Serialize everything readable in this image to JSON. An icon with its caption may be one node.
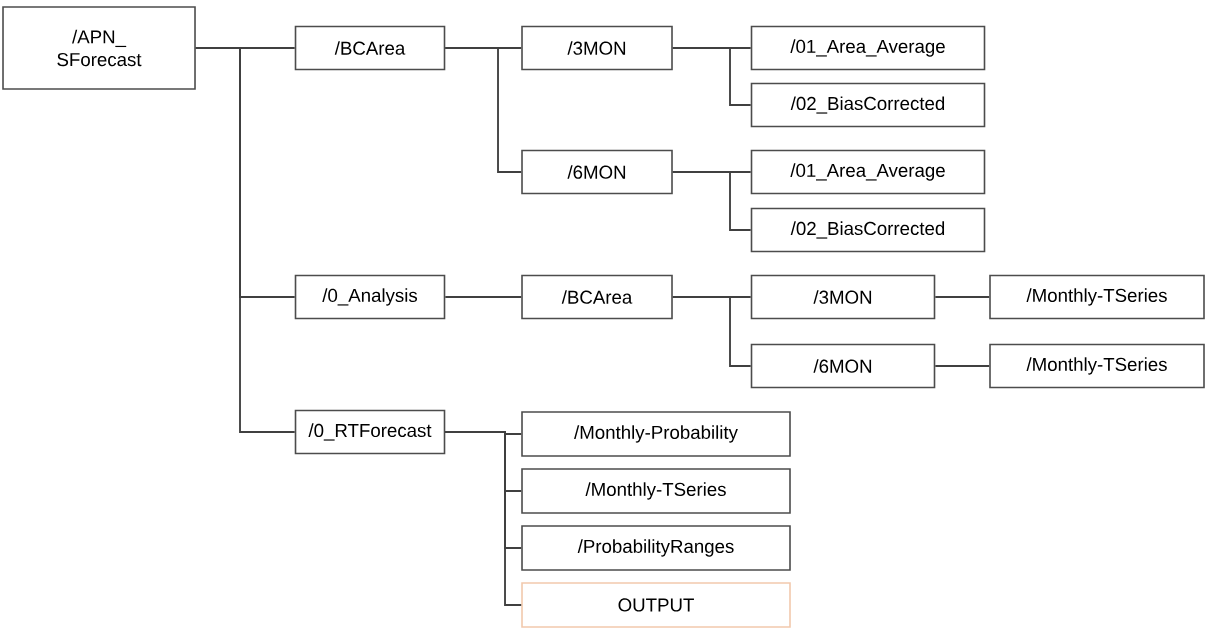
{
  "diagram": {
    "nodes": [
      {
        "text": [
          "/APN_ SForecast"
        ]
      },
      {
        "text": [
          "/BCArea"
        ]
      },
      {
        "text": [
          "/3MON"
        ]
      },
      {
        "text": [
          "/01_Area_Average"
        ]
      },
      {
        "text": [
          "/02_BiasCorrected"
        ]
      },
      {
        "text": [
          "/6MON"
        ]
      },
      {
        "text": [
          "/01_Area_Average"
        ]
      },
      {
        "text": [
          "/02_BiasCorrected"
        ]
      },
      {
        "text": [
          "/0_Analysis"
        ]
      },
      {
        "text": [
          "/BCArea"
        ]
      },
      {
        "text": [
          "/3MON"
        ]
      },
      {
        "text": [
          "/Monthly-TSeries"
        ]
      },
      {
        "text": [
          "/6MON"
        ]
      },
      {
        "text": [
          "/Monthly-TSeries"
        ]
      },
      {
        "text": [
          "/0_RTForecast"
        ]
      },
      {
        "text": [
          "/Monthly-Probability"
        ]
      },
      {
        "text": [
          "/Monthly-TSeries"
        ]
      },
      {
        "text": [
          "/ProbabilityRanges"
        ]
      },
      {
        "text": [
          "OUTPUT"
        ]
      }
    ],
    "edges": [
      {
        "from": 0,
        "to": 1,
        "arrow": "none"
      },
      {
        "from": 0,
        "to": 8,
        "arrow": "none"
      },
      {
        "from": 0,
        "to": 14,
        "arrow": "none"
      },
      {
        "from": 1,
        "to": 2,
        "arrow": "none"
      },
      {
        "from": 1,
        "to": 5,
        "arrow": "none"
      },
      {
        "from": 2,
        "to": 3,
        "arrow": "none"
      },
      {
        "from": 2,
        "to": 4,
        "arrow": "none"
      },
      {
        "from": 5,
        "to": 6,
        "arrow": "none"
      },
      {
        "from": 5,
        "to": 7,
        "arrow": "none"
      },
      {
        "from": 8,
        "to": 9,
        "arrow": "none"
      },
      {
        "from": 9,
        "to": 10,
        "arrow": "none"
      },
      {
        "from": 9,
        "to": 12,
        "arrow": "none"
      },
      {
        "from": 10,
        "to": 11,
        "arrow": "none"
      },
      {
        "from": 12,
        "to": 13,
        "arrow": "none"
      },
      {
        "from": 14,
        "to": 15,
        "arrow": "none"
      },
      {
        "from": 14,
        "to": 16,
        "arrow": "none"
      },
      {
        "from": 14,
        "to": 17,
        "arrow": "none"
      },
      {
        "from": 14,
        "to": 18,
        "arrow": "none"
      }
    ]
  }
}
